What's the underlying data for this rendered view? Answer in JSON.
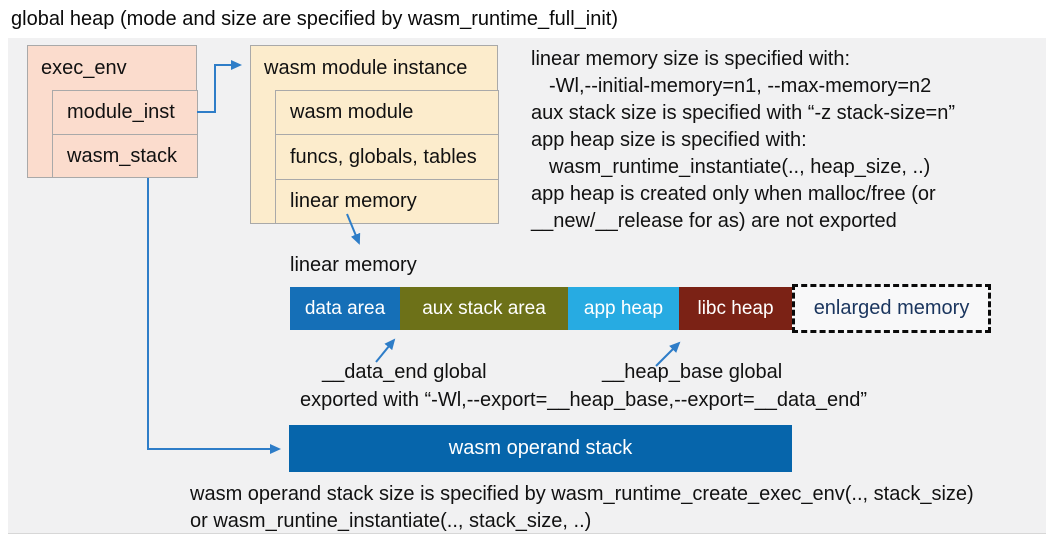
{
  "title": "global heap (mode and size are specified by wasm_runtime_full_init)",
  "exec_env_box": {
    "header": "exec_env",
    "rows": [
      {
        "label": "module_inst"
      },
      {
        "label": "wasm_stack"
      }
    ]
  },
  "module_instance_box": {
    "header": "wasm module instance",
    "rows": [
      {
        "label": "wasm module"
      },
      {
        "label": "funcs, globals, tables"
      },
      {
        "label": "linear memory"
      }
    ]
  },
  "top_notes": {
    "lines": [
      "linear memory size is specified with:",
      "-Wl,--initial-memory=n1, --max-memory=n2",
      "aux stack size is specified with “-z stack-size=n”",
      "app heap size is specified with:",
      "wasm_runtime_instantiate(.., heap_size, ..)",
      "app heap is created only when malloc/free (or",
      "__new/__release for as) are not exported"
    ]
  },
  "linear_memory": {
    "label": "linear memory",
    "segments": [
      {
        "label": "data area",
        "color": "#156fb7",
        "text_color": "#ffffff"
      },
      {
        "label": "aux stack area",
        "color": "#6d7118",
        "text_color": "#ffffff"
      },
      {
        "label": "app heap",
        "color": "#27abe2",
        "text_color": "#ffffff"
      },
      {
        "label": "libc heap",
        "color": "#7b2215",
        "text_color": "#ffffff"
      },
      {
        "label": "enlarged memory",
        "color": "#f8f8f9",
        "text_color": "#1a355e"
      }
    ]
  },
  "globals_annotations": {
    "data_end": "__data_end global",
    "heap_base": "__heap_base global",
    "exported": "exported with “-Wl,--export=__heap_base,--export=__data_end”"
  },
  "operand_stack": {
    "label": "wasm operand stack",
    "note_line1": "wasm operand stack size is specified by wasm_runtime_create_exec_env(.., stack_size)",
    "note_line2": "or wasm_runtine_instantiate(.., stack_size, ..)"
  },
  "colors": {
    "panel_bg": "#f1f1f2",
    "exec_env_fill": "#fbdccd",
    "module_instance_fill": "#fceccc",
    "box_border": "#a9a9a9",
    "operand_stack_fill": "#0665ab",
    "arrow": "#2e7dc8",
    "enlarged_border": "#0a0a0a"
  }
}
